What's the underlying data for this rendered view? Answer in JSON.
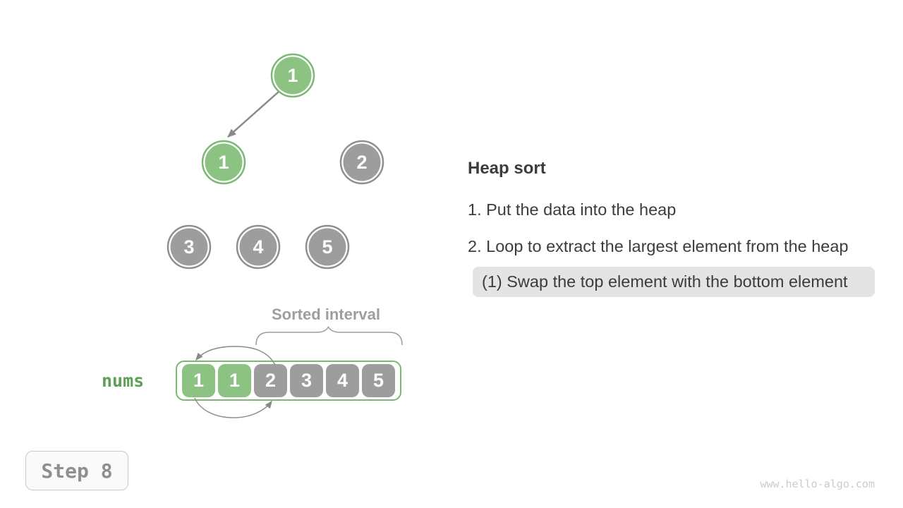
{
  "colors": {
    "green_fill": "#8CC383",
    "green_border": "#7AB873",
    "gray_fill": "#9D9D9D",
    "gray_border": "#8F8F8F",
    "node_text": "#FFFFFF",
    "arrow_gray": "#8A8A8A",
    "label_gray": "#9E9E9E",
    "nums_green": "#5E9F58",
    "text_dark": "#3C3C3C",
    "highlight_bg": "#E4E4E4",
    "step_text": "#8F8F8F",
    "step_border": "#C9C9C9",
    "step_bg": "#FAFAFA",
    "watermark_gray": "#CBCBCB"
  },
  "tree": {
    "nodes": [
      {
        "value": "1",
        "color": "green"
      },
      {
        "value": "1",
        "color": "green"
      },
      {
        "value": "2",
        "color": "gray"
      },
      {
        "value": "3",
        "color": "gray"
      },
      {
        "value": "4",
        "color": "gray"
      },
      {
        "value": "5",
        "color": "gray"
      }
    ]
  },
  "array": {
    "label": "nums",
    "sorted_interval_label": "Sorted interval",
    "cells": [
      {
        "value": "1",
        "color": "green"
      },
      {
        "value": "1",
        "color": "green"
      },
      {
        "value": "2",
        "color": "gray"
      },
      {
        "value": "3",
        "color": "gray"
      },
      {
        "value": "4",
        "color": "gray"
      },
      {
        "value": "5",
        "color": "gray"
      }
    ]
  },
  "panel": {
    "title": "Heap sort",
    "steps": [
      "1. Put the data into the heap",
      "2. Loop to extract the largest element from the heap"
    ],
    "highlighted_substep": "(1) Swap the top element with the bottom element"
  },
  "step_badge": {
    "label": "Step 8"
  },
  "watermark": "www.hello-algo.com"
}
